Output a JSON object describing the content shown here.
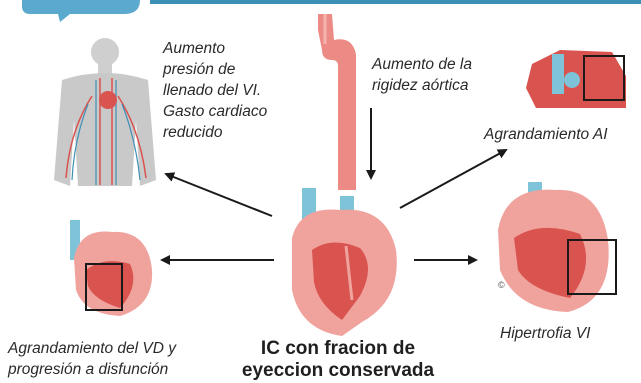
{
  "labels": {
    "body": [
      "Aumento",
      "presión de",
      "llenado del VI.",
      "Gasto cardiaco",
      "reducido"
    ],
    "aorta": [
      "Aumento de la",
      "rigidez aórtica"
    ],
    "atrium": "Agrandamiento AI",
    "rv": [
      "Agrandamiento del VD y",
      "progresión a disfunción"
    ],
    "hypertrophy": "Hipertrofia VI",
    "center": [
      "IC con fracion de",
      "eyeccion conservada"
    ]
  },
  "copyright_mark": "©",
  "colors": {
    "accent_bar": "#3e8fb6",
    "heart_red": "#d9534f",
    "heart_light": "#f0a29d",
    "vessel_blue": "#7fc3d8",
    "aorta": "#ec8b86",
    "body_gray": "#c9c9c9",
    "arrow": "#1a1a1a"
  }
}
